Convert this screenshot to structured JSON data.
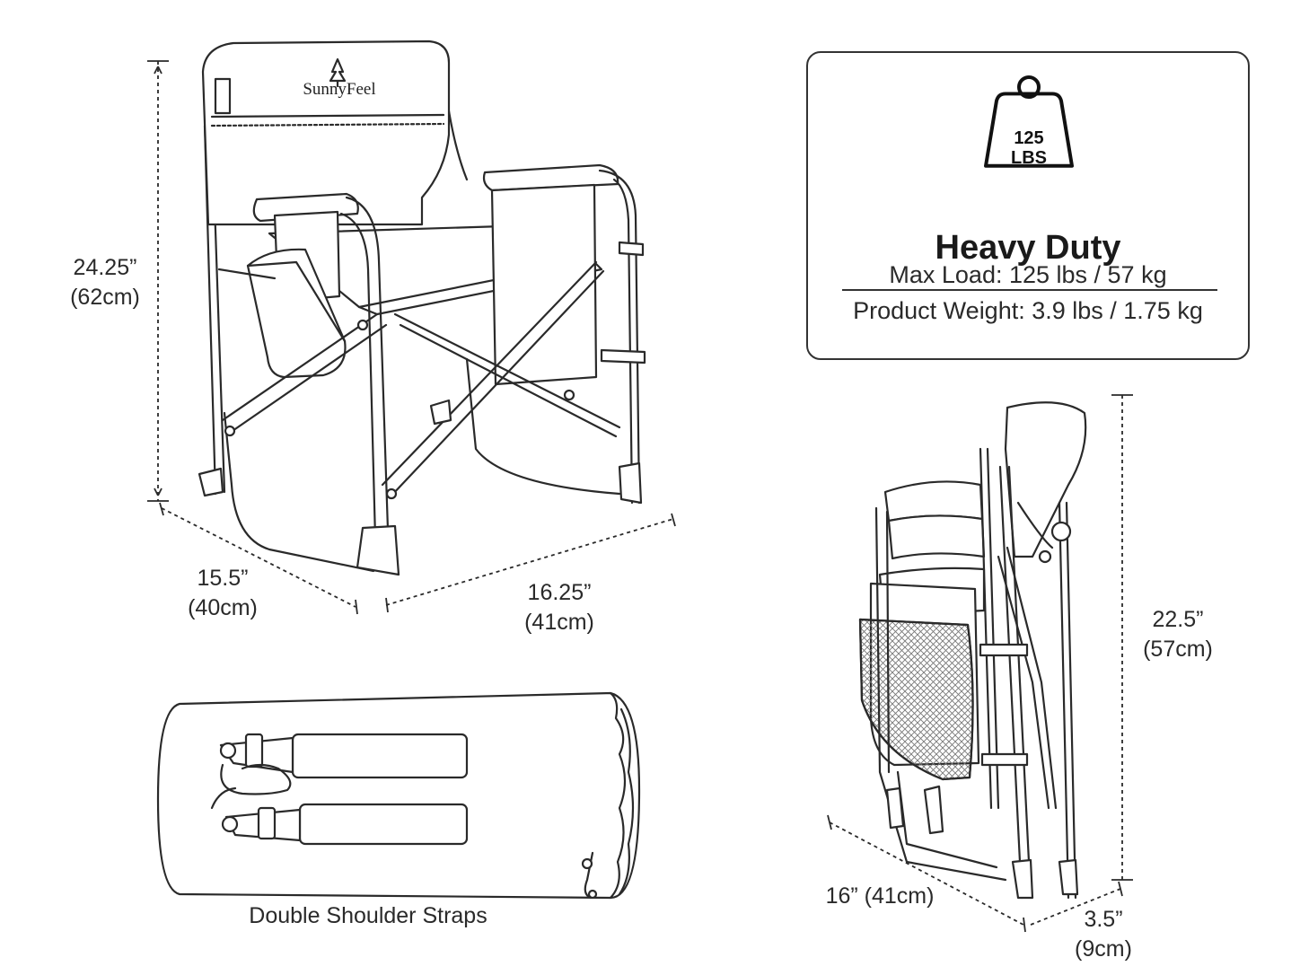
{
  "brand": "SunnyFeel",
  "spec_card": {
    "weight_icon_top": "125",
    "weight_icon_bottom": "LBS",
    "title": "Heavy Duty",
    "max_load": "Max Load: 125 lbs / 57 kg",
    "product_weight": "Product Weight: 3.9 lbs / 1.75 kg"
  },
  "open_chair": {
    "height_in": "24.25”",
    "height_cm": "(62cm)",
    "depth_in": "15.5”",
    "depth_cm": "(40cm)",
    "width_in": "16.25”",
    "width_cm": "(41cm)"
  },
  "folded_chair": {
    "height_in": "22.5”",
    "height_cm": "(57cm)",
    "width": "16” (41cm)",
    "thickness_in": "3.5”",
    "thickness_cm": "(9cm)"
  },
  "carry_bag": {
    "caption": "Double Shoulder Straps"
  },
  "colors": {
    "line": "#2a2a2a",
    "fill": "#ffffff",
    "mesh": "#8a8a8a"
  }
}
